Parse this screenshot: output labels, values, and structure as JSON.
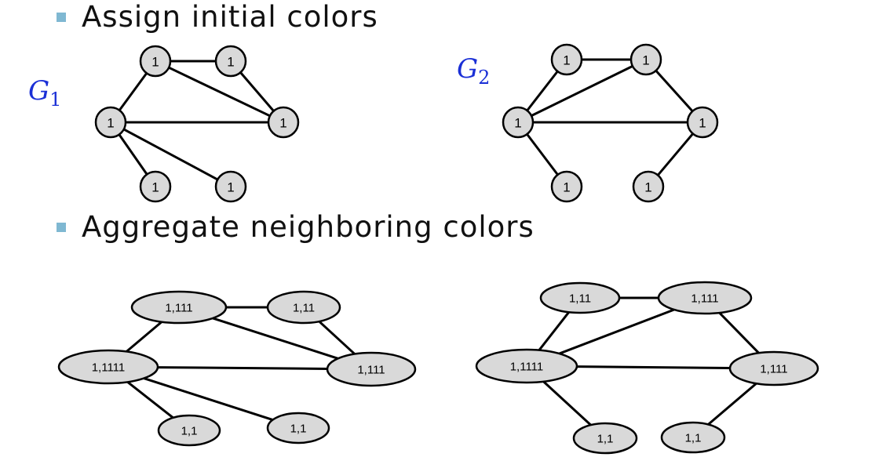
{
  "bullets": {
    "step1": "Assign initial colors",
    "step2": "Aggregate neighboring colors"
  },
  "labels": {
    "g1_main": "G",
    "g1_sub": "1",
    "g2_main": "G",
    "g2_sub": "2"
  },
  "colors": {
    "bullet": "#7fb8d2",
    "node_fill": "#d9d9d9",
    "label": "#1a2fd6"
  },
  "graphs": [
    {
      "id": "g1-initial",
      "nodes": [
        {
          "id": "a",
          "label": "1"
        },
        {
          "id": "b",
          "label": "1"
        },
        {
          "id": "c",
          "label": "1"
        },
        {
          "id": "d",
          "label": "1"
        },
        {
          "id": "e",
          "label": "1"
        },
        {
          "id": "f",
          "label": "1"
        }
      ],
      "edges": [
        [
          "a",
          "b"
        ],
        [
          "a",
          "c"
        ],
        [
          "a",
          "d"
        ],
        [
          "b",
          "d"
        ],
        [
          "c",
          "d"
        ],
        [
          "c",
          "e"
        ],
        [
          "c",
          "f"
        ]
      ]
    },
    {
      "id": "g2-initial",
      "nodes": [
        {
          "id": "a",
          "label": "1"
        },
        {
          "id": "b",
          "label": "1"
        },
        {
          "id": "c",
          "label": "1"
        },
        {
          "id": "d",
          "label": "1"
        },
        {
          "id": "e",
          "label": "1"
        },
        {
          "id": "f",
          "label": "1"
        }
      ],
      "edges": [
        [
          "a",
          "b"
        ],
        [
          "a",
          "c"
        ],
        [
          "b",
          "c"
        ],
        [
          "b",
          "d"
        ],
        [
          "c",
          "d"
        ],
        [
          "c",
          "e"
        ],
        [
          "d",
          "f"
        ]
      ]
    },
    {
      "id": "g1-aggregated",
      "nodes": [
        {
          "id": "a",
          "label": "1,111"
        },
        {
          "id": "b",
          "label": "1,11"
        },
        {
          "id": "c",
          "label": "1,1111"
        },
        {
          "id": "d",
          "label": "1,111"
        },
        {
          "id": "e",
          "label": "1,1"
        },
        {
          "id": "f",
          "label": "1,1"
        }
      ],
      "edges": [
        [
          "a",
          "b"
        ],
        [
          "a",
          "c"
        ],
        [
          "a",
          "d"
        ],
        [
          "b",
          "d"
        ],
        [
          "c",
          "d"
        ],
        [
          "c",
          "e"
        ],
        [
          "c",
          "f"
        ]
      ]
    },
    {
      "id": "g2-aggregated",
      "nodes": [
        {
          "id": "a",
          "label": "1,11"
        },
        {
          "id": "b",
          "label": "1,111"
        },
        {
          "id": "c",
          "label": "1,1111"
        },
        {
          "id": "d",
          "label": "1,111"
        },
        {
          "id": "e",
          "label": "1,1"
        },
        {
          "id": "f",
          "label": "1,1"
        }
      ],
      "edges": [
        [
          "a",
          "b"
        ],
        [
          "a",
          "c"
        ],
        [
          "b",
          "c"
        ],
        [
          "b",
          "d"
        ],
        [
          "c",
          "d"
        ],
        [
          "c",
          "e"
        ],
        [
          "d",
          "f"
        ]
      ]
    }
  ]
}
